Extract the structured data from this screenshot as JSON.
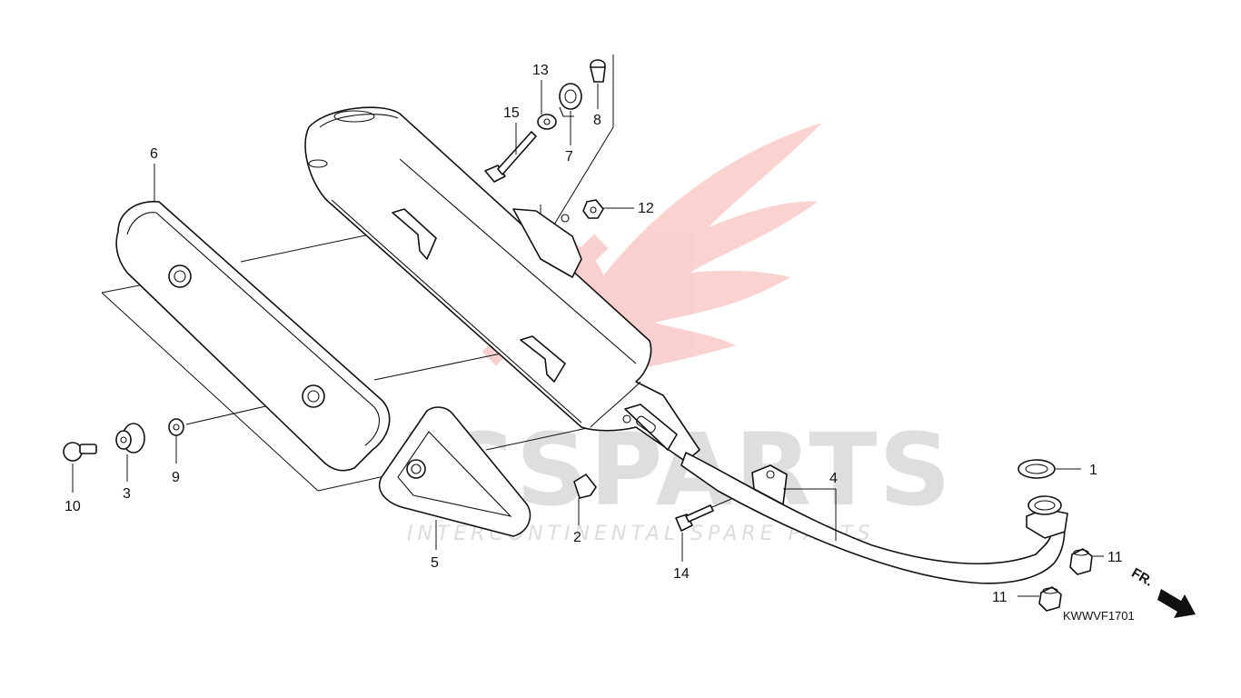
{
  "diagram": {
    "code": "KWWVF1701",
    "direction_label": "FR.",
    "callouts": {
      "c1": "1",
      "c2": "2",
      "c3": "3",
      "c4": "4",
      "c5": "5",
      "c6": "6",
      "c7": "7",
      "c8": "8",
      "c9": "9",
      "c10": "10",
      "c11a": "11",
      "c11b": "11",
      "c12": "12",
      "c13": "13",
      "c14": "14",
      "c15": "15"
    }
  },
  "watermark": {
    "brand": "ICSPARTS",
    "tagline": "INTERCONTINENTAL SPARE PARTS",
    "color": "#e8302a"
  }
}
